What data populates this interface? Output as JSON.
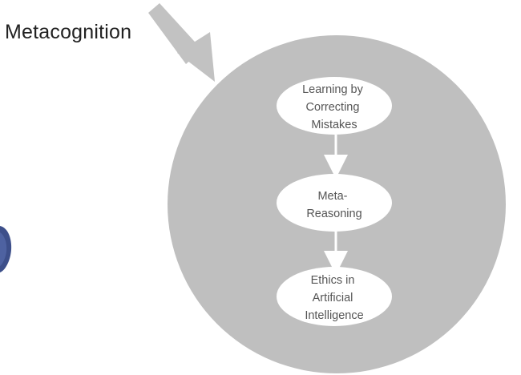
{
  "title": "Metacognition",
  "colors": {
    "circle": "#bfbfbf",
    "node_fill": "#ffffff",
    "arrow": "#c2c2c2",
    "flow_arrow": "#ffffff",
    "text": "#555555",
    "partial_shape": "#3d4f8a"
  },
  "nodes": [
    {
      "lines": [
        "Learning by",
        "Correcting",
        "Mistakes"
      ]
    },
    {
      "lines": [
        "Meta-",
        "Reasoning"
      ]
    },
    {
      "lines": [
        "Ethics in",
        "Artificial",
        "Intelligence"
      ]
    }
  ]
}
